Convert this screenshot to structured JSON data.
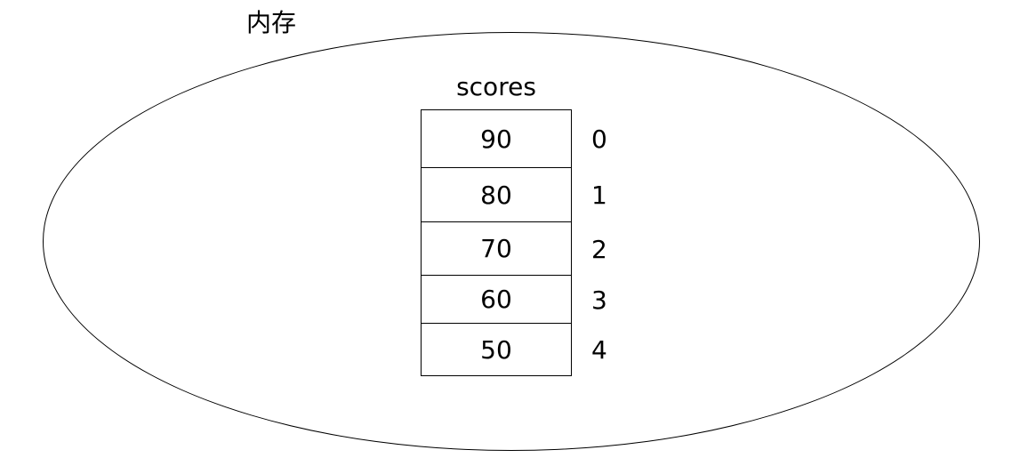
{
  "diagram": {
    "memory_label": "内存",
    "array": {
      "name": "scores",
      "cells": [
        {
          "value": "90",
          "index": "0"
        },
        {
          "value": "80",
          "index": "1"
        },
        {
          "value": "70",
          "index": "2"
        },
        {
          "value": "60",
          "index": "3"
        },
        {
          "value": "50",
          "index": "4"
        }
      ]
    },
    "colors": {
      "line": "#000000",
      "text": "#000000",
      "background": "#ffffff"
    }
  }
}
